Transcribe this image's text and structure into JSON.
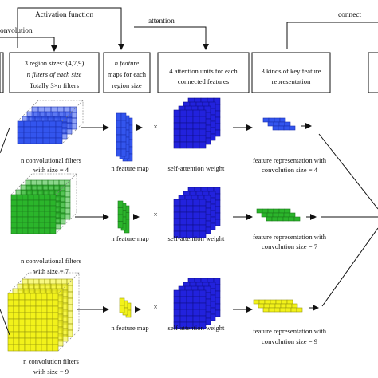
{
  "top": {
    "activation": "Activation function",
    "convolution": "onvolution",
    "attention": "attention",
    "connect": "connect"
  },
  "boxes": {
    "b1_line1": "3 region sizes: (4,7,9)",
    "b1_line2": "n filters of each size",
    "b1_line3": "Totally 3×n filters",
    "b2_line1": "n feature",
    "b2_line2": "maps for each",
    "b2_line3": "region size",
    "b3_line1": "4 attention units for each",
    "b3_line2": "connected features",
    "b4_line1": "3 kinds of key feature",
    "b4_line2": "representation"
  },
  "rows": [
    {
      "filters_l1": "n convolutional filters",
      "filters_l2": "with size = 4",
      "fmap": "n feature map",
      "times": "×",
      "weight": "self-attention weight",
      "rep_l1": "feature representation with",
      "rep_l2": "convolution size = 4",
      "color": "#3355ee",
      "edge": "#1a2fb0"
    },
    {
      "filters_l1": "n convolutional filters",
      "filters_l2": "with size = 7",
      "fmap": "n feature map",
      "times": "×",
      "weight": "self-attention weight",
      "rep_l1": "feature representation with",
      "rep_l2": "convolution size = 7",
      "color": "#2bb52b",
      "edge": "#1c7a1c"
    },
    {
      "filters_l1": "n convolution filters",
      "filters_l2": "with size = 9",
      "fmap": "n feature map",
      "times": "×",
      "weight": "self-attention weight",
      "rep_l1": "feature representation with",
      "rep_l2": "convolution size = 9",
      "color": "#f2f21a",
      "edge": "#9a9a10"
    }
  ],
  "attention_color": "#2222dd",
  "attention_edge": "#10108a"
}
